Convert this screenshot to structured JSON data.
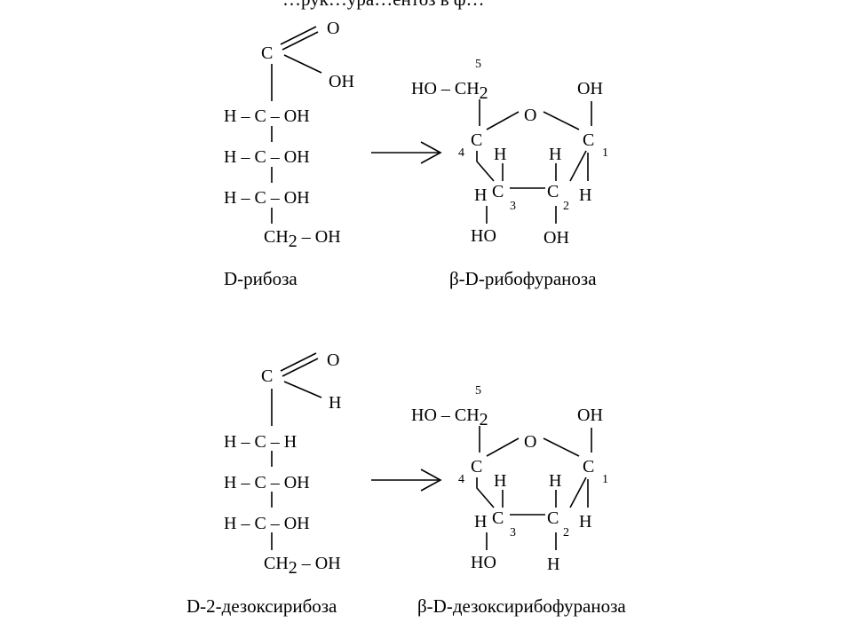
{
  "header_fragment": "…рук…ура…ентоз в ф…",
  "top": {
    "chain": {
      "aldehyde_c": "C",
      "carbonyl_o": "O",
      "hydroxyl": "OH",
      "row2": "H – C – OH",
      "row3": "H – C – OH",
      "row4": "H – C – OH",
      "bottom_group": "CH",
      "bottom_sub": "2",
      "bottom_tail": " – OH",
      "caption": "D-рибоза"
    },
    "ring": {
      "top_left": "HO – CH",
      "top_left_sub": "2",
      "num5": "5",
      "anomeric_oh": "OH",
      "ring_o": "O",
      "c4": "C",
      "num4": "4",
      "c1": "C",
      "num1": "1",
      "h4": "H",
      "h1": "H",
      "h3": "H",
      "c3": "C",
      "num3": "3",
      "c2": "C",
      "num2": "2",
      "h2": "H",
      "sub3": "HO",
      "sub2": "OH",
      "caption": "β-D-рибофураноза"
    }
  },
  "bottom": {
    "chain": {
      "aldehyde_c": "C",
      "carbonyl_o": "O",
      "hydrogen": "H",
      "row2": "H – C – H",
      "row3": "H – C – OH",
      "row4": "H – C – OH",
      "bottom_group": "CH",
      "bottom_sub": "2",
      "bottom_tail": " – OH",
      "caption": "D-2-дезоксирибоза"
    },
    "ring": {
      "top_left": "HO – CH",
      "top_left_sub": "2",
      "num5": "5",
      "anomeric_oh": "OH",
      "ring_o": "O",
      "c4": "C",
      "num4": "4",
      "c1": "C",
      "num1": "1",
      "h4": "H",
      "h1": "H",
      "h3": "H",
      "c3": "C",
      "num3": "3",
      "c2": "C",
      "num2": "2",
      "h2": "H",
      "sub3": "HO",
      "sub2": "H",
      "caption": "β-D-дезоксирибофураноза"
    }
  }
}
